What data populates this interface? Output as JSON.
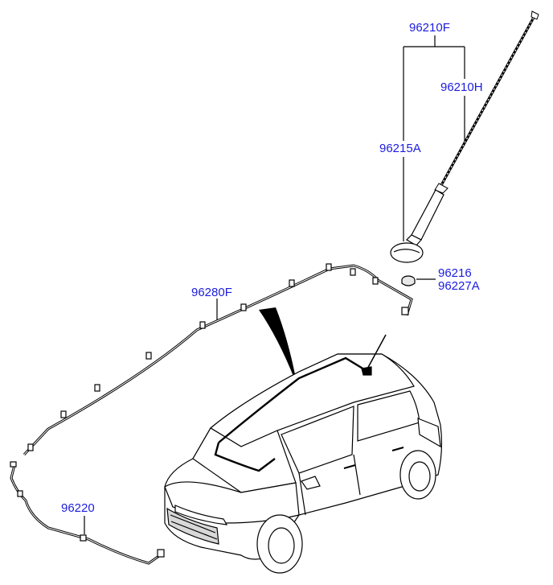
{
  "diagram": {
    "labels": [
      {
        "id": "p96210F",
        "text": "96210F"
      },
      {
        "id": "p96210H",
        "text": "96210H"
      },
      {
        "id": "p96215A",
        "text": "96215A"
      },
      {
        "id": "p96216",
        "text": "96216"
      },
      {
        "id": "p96227A",
        "text": "96227A"
      },
      {
        "id": "p96280F",
        "text": "96280F"
      },
      {
        "id": "p96220",
        "text": "96220"
      }
    ]
  },
  "colors": {
    "label": "#1c1ce0",
    "line": "#000000",
    "car_fill": "#ffffff"
  }
}
